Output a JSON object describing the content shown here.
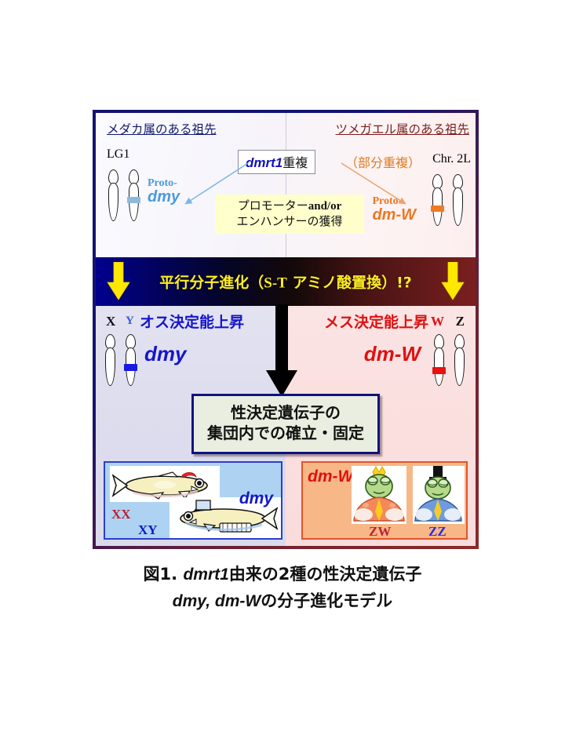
{
  "figure": {
    "headers": {
      "left": "メダカ属のある祖先",
      "right": "ツメガエル属のある祖先",
      "left_color": "#111a6b",
      "right_color": "#7b1d1d"
    },
    "top_band": {
      "chromosome_label_left": "LG1",
      "chromosome_label_right": "Chr. 2L",
      "duplication_box": {
        "gene": "dmrt1",
        "suffix": "重複"
      },
      "partial_duplication": "（部分重複）",
      "acquisition_box": {
        "line1_a": "プロモーター",
        "line1_b": "and/or",
        "line2": "エンハンサーの獲得"
      },
      "proto_left": {
        "prefix": "Proto-",
        "gene": "dmy",
        "color": "#4a9bdd"
      },
      "proto_right": {
        "prefix": "Proto-",
        "gene": "dm-W",
        "color": "#ee7722"
      }
    },
    "banner": {
      "text_a": "平行分子進化（",
      "text_st": "S-T",
      "text_b": " アミノ酸置換）!?",
      "color": "#ffee22"
    },
    "lower_band": {
      "title_left": "オス決定能上昇",
      "title_right": "メス決定能上昇",
      "title_left_color": "#1515cc",
      "title_right_color": "#e01010",
      "chr_left_a": "X",
      "chr_left_b": "Y",
      "chr_right_a": "W",
      "chr_right_b": "Z",
      "gene_left": "dmy",
      "gene_right": "dm-W",
      "establishment_box_line1": "性決定遺伝子の",
      "establishment_box_line2": "集団内での確立・固定"
    },
    "panels": {
      "fish": {
        "gene": "dmy",
        "label_xx": "XX",
        "label_xy": "XY",
        "background": "#aed3f2"
      },
      "frog": {
        "gene": "dm-W",
        "label_zw": "ZW",
        "label_zz": "ZZ",
        "background": "#f7b787"
      }
    }
  },
  "caption": {
    "line1_a": "図1.",
    "line1_gene": "dmrt1",
    "line1_b": "由来の2種の性決定遺伝子",
    "line2_gene": "dmy, dm-W",
    "line2_b": "の分子進化モデル"
  }
}
